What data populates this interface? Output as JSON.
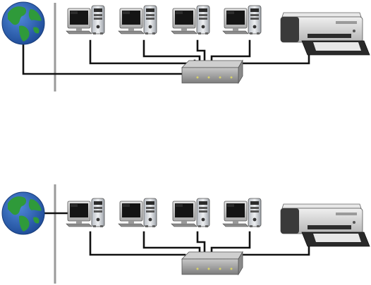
{
  "diagrams": [
    {
      "name": "network-diagram-top",
      "computers": 4,
      "internet_icon": "globe-icon",
      "hub_icon": "network-hub-icon",
      "printer_icon": "printer-icon",
      "computer_icon": "desktop-computer-icon"
    },
    {
      "name": "network-diagram-bottom",
      "computers": 4,
      "internet_icon": "globe-icon",
      "hub_icon": "network-hub-icon",
      "printer_icon": "printer-icon",
      "computer_icon": "desktop-computer-icon"
    }
  ],
  "colors": {
    "ocean": "#2b63b8",
    "land": "#2f9a3a",
    "cable": "#111111",
    "wall": "#9a9a9a",
    "hub": "#9c9c9c",
    "printer_body": "#d7d7d7",
    "printer_dark": "#2a2a2a",
    "monitor": "#c9c9c9",
    "screen": "#1a1a1a",
    "tower": "#cfd3d8"
  }
}
